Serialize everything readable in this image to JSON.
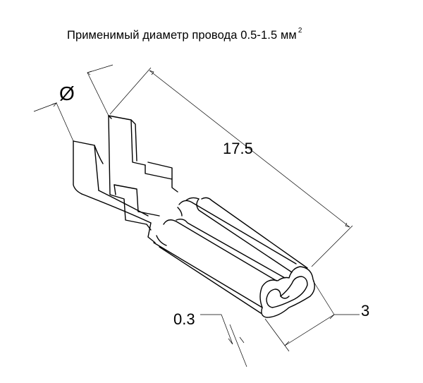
{
  "title": {
    "text": "Применимый диаметр провода 0.5-1.5 мм",
    "superscript": "2"
  },
  "dimensions": {
    "diameter_symbol": "Ø",
    "length": "17.5",
    "thickness": "0.3",
    "width": "3"
  },
  "colors": {
    "line": "#000000",
    "background": "#ffffff"
  }
}
